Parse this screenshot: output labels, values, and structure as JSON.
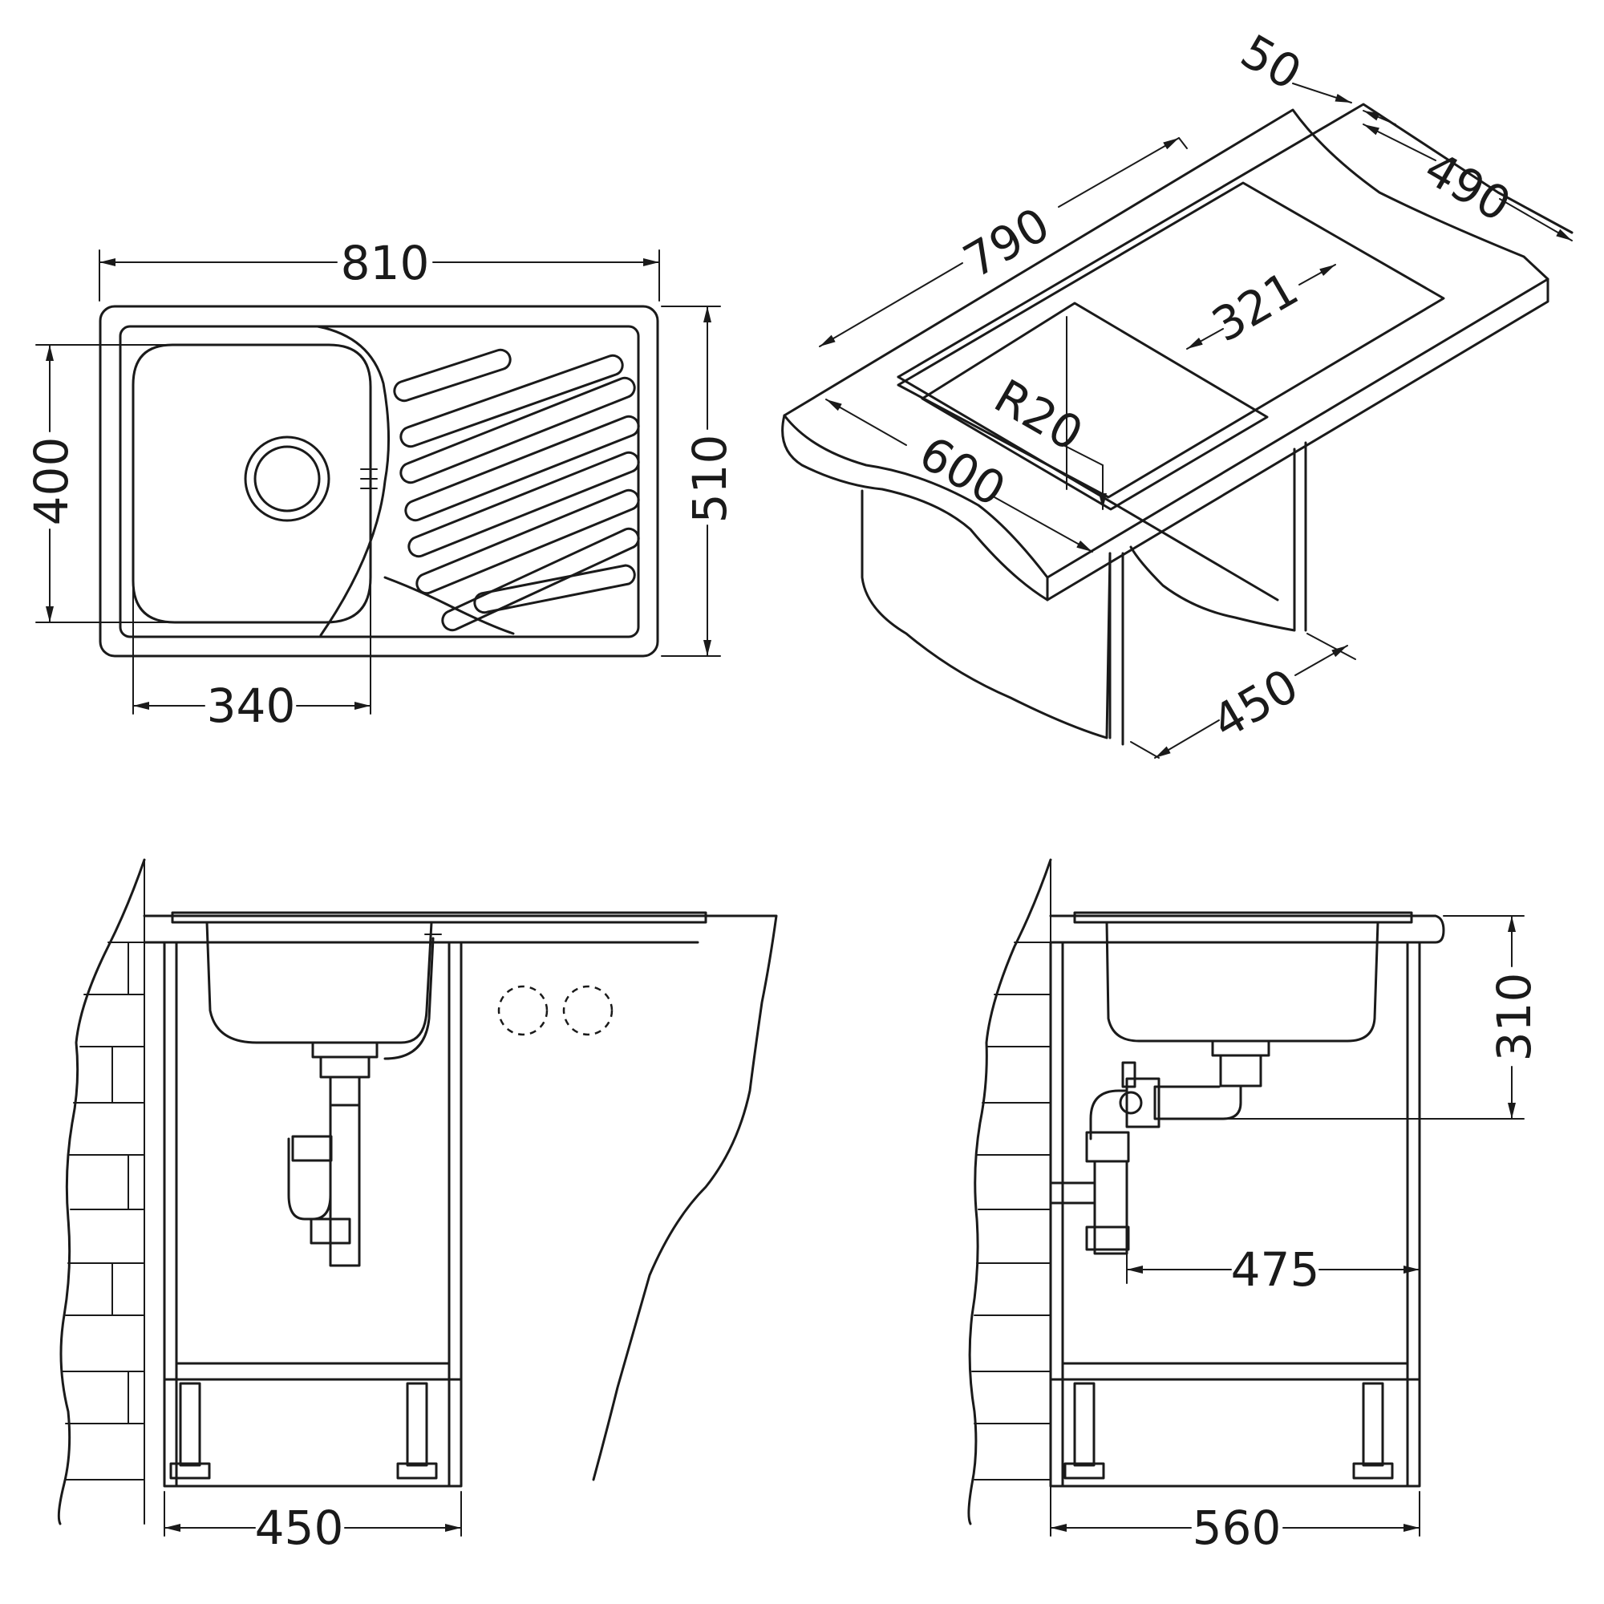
{
  "top_view": {
    "overall_width": "810",
    "overall_depth": "510",
    "bowl_depth": "400",
    "bowl_width": "340"
  },
  "iso_view": {
    "top_lip": "50",
    "depth_total": "490",
    "length": "790",
    "bowl_width": "321",
    "corner_radius": "R20",
    "bowl_length": "600",
    "cabinet_depth": "450"
  },
  "front_view": {
    "cabinet_width": "450"
  },
  "side_view": {
    "cabinet_width": "560",
    "bowl_height": "310",
    "drain_offset": "475"
  },
  "colors": {
    "line": "#1a1a1a",
    "background": "#ffffff"
  }
}
